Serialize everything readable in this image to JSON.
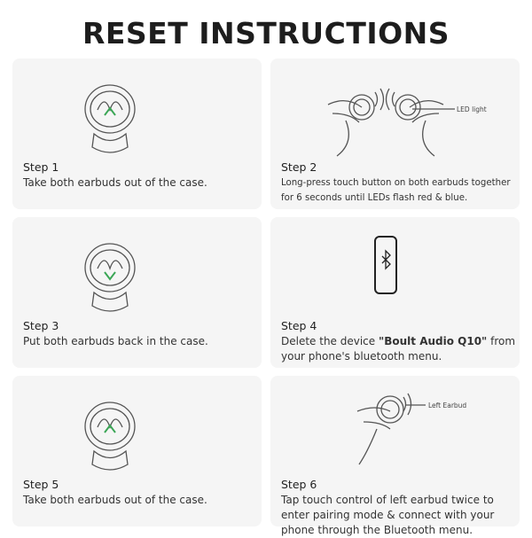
{
  "title": "RESET INSTRUCTIONS",
  "steps": [
    {
      "label": "Step 1",
      "desc": "Take both earbuds out of the case."
    },
    {
      "label": "Step 2",
      "desc": "Long-press touch button on both earbuds together for 6 seconds until LEDs flash red & blue.",
      "annotation": "LED light"
    },
    {
      "label": "Step 3",
      "desc": "Put both earbuds back in the case."
    },
    {
      "label": "Step 4",
      "desc_pre": "Delete the device ",
      "desc_bold": "\"Boult Audio Q10\"",
      "desc_post": " from your phone's bluetooth menu."
    },
    {
      "label": "Step 5",
      "desc": "Take both earbuds out of the case."
    },
    {
      "label": "Step 6",
      "desc": "Tap touch control of left earbud twice to enter pairing mode & connect with your phone through the Bluetooth menu.",
      "annotation": "Left Earbud"
    }
  ],
  "colors": {
    "arrow": "#3aa655",
    "card": "#f5f5f5"
  }
}
